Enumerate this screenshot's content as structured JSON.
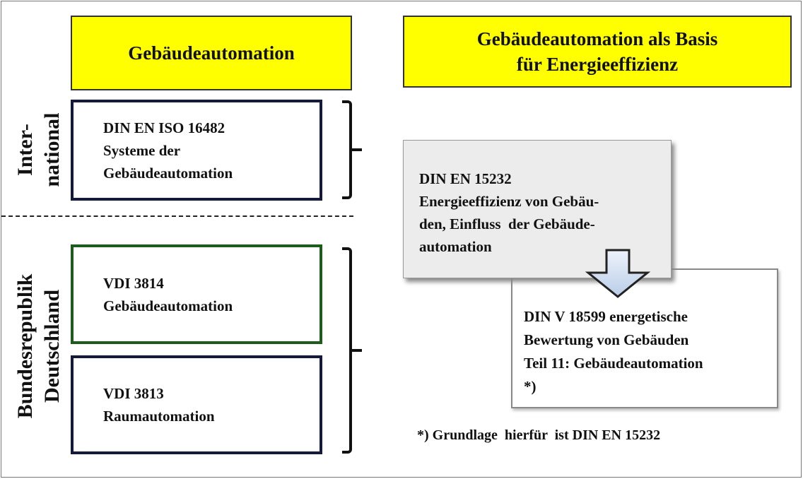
{
  "headers": {
    "left": "Gebäudeautomation",
    "right_line1": "Gebäudeautomation als Basis",
    "right_line2": "für Energieeffizienz"
  },
  "side_labels": {
    "international_line1": "Inter-",
    "international_line2": "national",
    "germany_line1": "Bundesrepublik",
    "germany_line2": "Deutschland"
  },
  "standards_left": [
    {
      "code": "DIN EN ISO 16482",
      "title_line1": "Systeme der",
      "title_line2": "Gebäudeautomation"
    },
    {
      "code": "VDI 3814",
      "title_line1": "Gebäudeautomation"
    },
    {
      "code": "VDI 3813",
      "title_line1": "Raumautomation"
    }
  ],
  "standards_right": {
    "din15232": [
      "DIN EN 15232",
      "Energieeffizienz von Gebäu-",
      "den, Einfluss  der Gebäude-",
      "automation"
    ],
    "din18599": [
      "DIN V 18599 energetische",
      "Bewertung von Gebäuden",
      "Teil 11: Gebäudeautomation",
      "*)"
    ]
  },
  "footnote": "*) Grundlage  hierfür  ist DIN EN 15232",
  "colors": {
    "header_fill": "#ffff00",
    "box_border": "#161a3a",
    "green_border": "#1e5c1e",
    "arrow_fill": "#c9d9ee"
  }
}
